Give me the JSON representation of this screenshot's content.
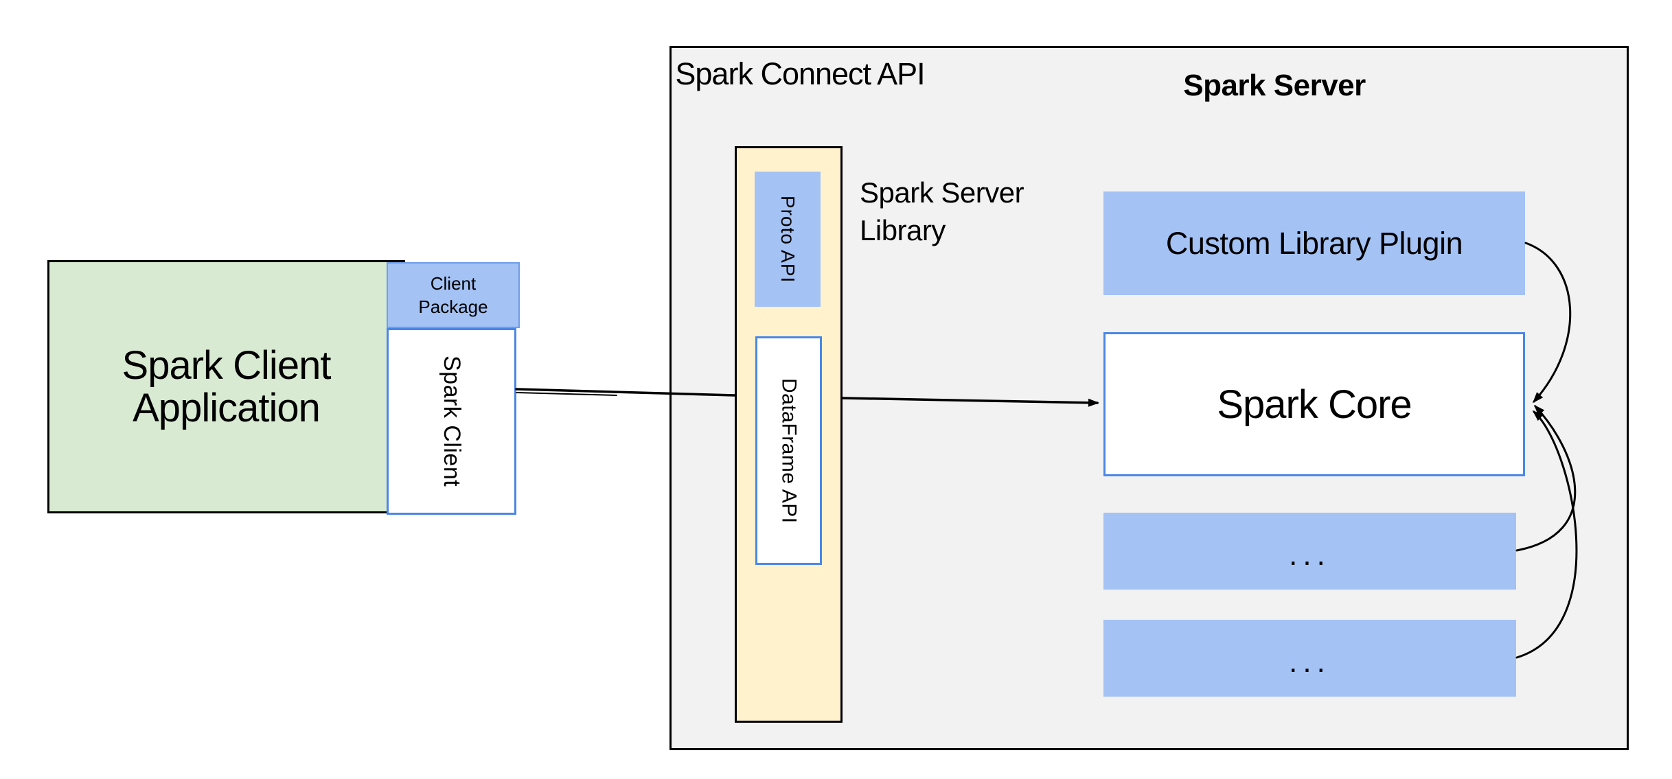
{
  "colors": {
    "blue_fill": "#a4c2f4",
    "blue_border_strong": "#4a86e8",
    "blue_border_light": "#6d9eeb",
    "green_fill": "#d9ead3",
    "yellow_fill": "#fff2cc",
    "gray_fill": "#f2f2f2",
    "line": "#000000"
  },
  "client": {
    "application_label": "Spark Client Application",
    "package_label": "Client Package",
    "client_label": "Spark Client"
  },
  "connect_api": {
    "title": "Spark Connect API",
    "proto_api_label": "Proto API",
    "dataframe_api_label": "DataFrame API",
    "server_library_label": "Spark Server Library"
  },
  "spark_server": {
    "title": "Spark Server",
    "custom_plugin_label": "Custom Library Plugin",
    "core_label": "Spark Core",
    "module_placeholder_1": "...",
    "module_placeholder_2": "..."
  }
}
